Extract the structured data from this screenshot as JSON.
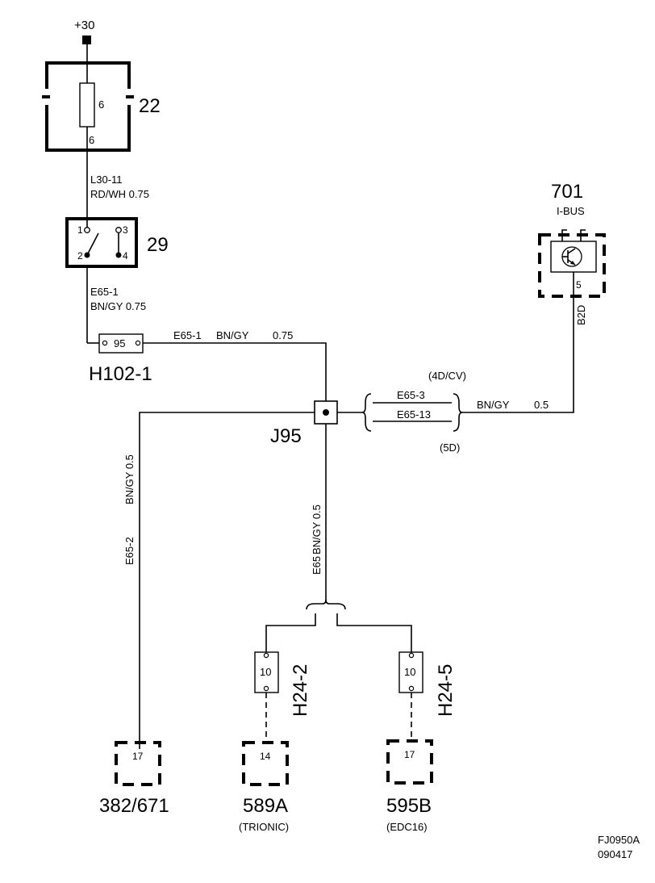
{
  "supply": {
    "label": "+30"
  },
  "fuse_box": {
    "id": "22",
    "pin_inside": "6",
    "pin_bottom": "6"
  },
  "wire_l30": {
    "name": "L30-11",
    "spec": "RD/WH 0.75"
  },
  "relay": {
    "id": "29",
    "pins": [
      "1",
      "2",
      "3",
      "4"
    ]
  },
  "wire_e65_1_left": {
    "name": "E65-1",
    "spec": "BN/GY 0.75"
  },
  "connector_h102": {
    "id": "H102-1",
    "pin": "95"
  },
  "wire_e65_1_top": {
    "name": "E65-1",
    "color": "BN/GY",
    "size": "0.75"
  },
  "splice": {
    "id": "J95"
  },
  "ibus_module": {
    "id": "701",
    "name": "I-BUS",
    "pin": "5",
    "wire": "B2D"
  },
  "bus_wires": {
    "variant_top": "(4D/CV)",
    "variant_bottom": "(5D)",
    "wire_a": "E65-3",
    "wire_b": "E65-13",
    "color": "BN/GY",
    "size": "0.5"
  },
  "wire_e65_2": {
    "name": "E65-2",
    "spec": "BN/GY 0.5"
  },
  "wire_e65": {
    "name": "E65",
    "spec": "BN/GY 0.5"
  },
  "connector_h24_2": {
    "id": "H24-2",
    "pin": "10"
  },
  "connector_h24_5": {
    "id": "H24-5",
    "pin": "10"
  },
  "module_382": {
    "id": "382/671",
    "pin": "17"
  },
  "module_589a": {
    "id": "589A",
    "pin": "14",
    "note": "(TRIONIC)"
  },
  "module_595b": {
    "id": "595B",
    "pin": "17",
    "note": "(EDC16)"
  },
  "footer": {
    "code": "FJ0950A",
    "date": "090417"
  }
}
